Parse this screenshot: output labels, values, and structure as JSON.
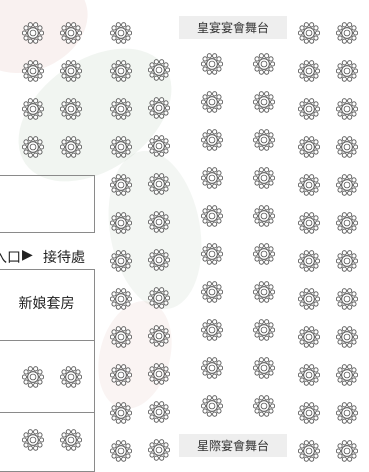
{
  "stages": {
    "top_label": "皇宴宴會舞台",
    "bottom_label": "星際宴會舞台"
  },
  "rooms": {
    "bridal_suite_label": "新娘套房"
  },
  "entrance": {
    "left_fragment": "入口",
    "arrow": "▶",
    "reception_label": "接待處"
  },
  "colors": {
    "table_stroke": "#555555",
    "stage_fill": "#eeeeee",
    "room_border": "#8a8a8a"
  },
  "icons": {
    "table": "round-banquet-table-icon"
  }
}
